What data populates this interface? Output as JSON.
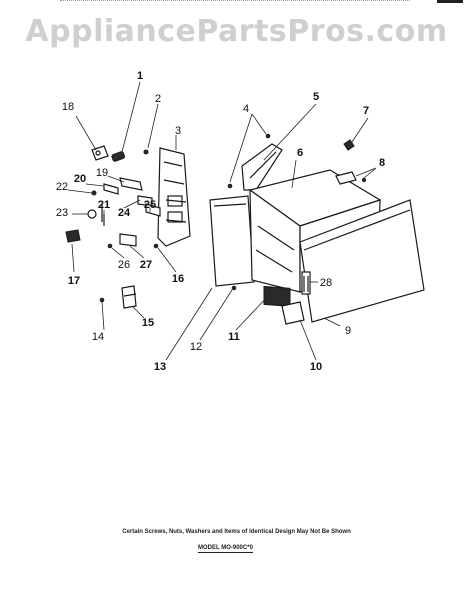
{
  "header": {
    "watermark": "AppliancePartsPros.com"
  },
  "callouts": [
    {
      "num": "1",
      "bold": true
    },
    {
      "num": "2",
      "bold": false
    },
    {
      "num": "3",
      "bold": false
    },
    {
      "num": "4",
      "bold": false
    },
    {
      "num": "5",
      "bold": true
    },
    {
      "num": "6",
      "bold": true
    },
    {
      "num": "7",
      "bold": true
    },
    {
      "num": "8",
      "bold": true
    },
    {
      "num": "9",
      "bold": false
    },
    {
      "num": "10",
      "bold": true
    },
    {
      "num": "11",
      "bold": true
    },
    {
      "num": "12",
      "bold": false
    },
    {
      "num": "13",
      "bold": true
    },
    {
      "num": "14",
      "bold": false
    },
    {
      "num": "15",
      "bold": true
    },
    {
      "num": "16",
      "bold": true
    },
    {
      "num": "17",
      "bold": true
    },
    {
      "num": "18",
      "bold": false
    },
    {
      "num": "19",
      "bold": false
    },
    {
      "num": "20",
      "bold": true
    },
    {
      "num": "21",
      "bold": true
    },
    {
      "num": "22",
      "bold": false
    },
    {
      "num": "23",
      "bold": false
    },
    {
      "num": "24",
      "bold": true
    },
    {
      "num": "25",
      "bold": true
    },
    {
      "num": "26",
      "bold": false
    },
    {
      "num": "27",
      "bold": true
    },
    {
      "num": "28",
      "bold": false
    }
  ],
  "footer": {
    "note": "Certain Screws, Nuts, Washers and Items of Identical Design May Not Be Shown",
    "model": "MODEL MO-900C*0"
  }
}
